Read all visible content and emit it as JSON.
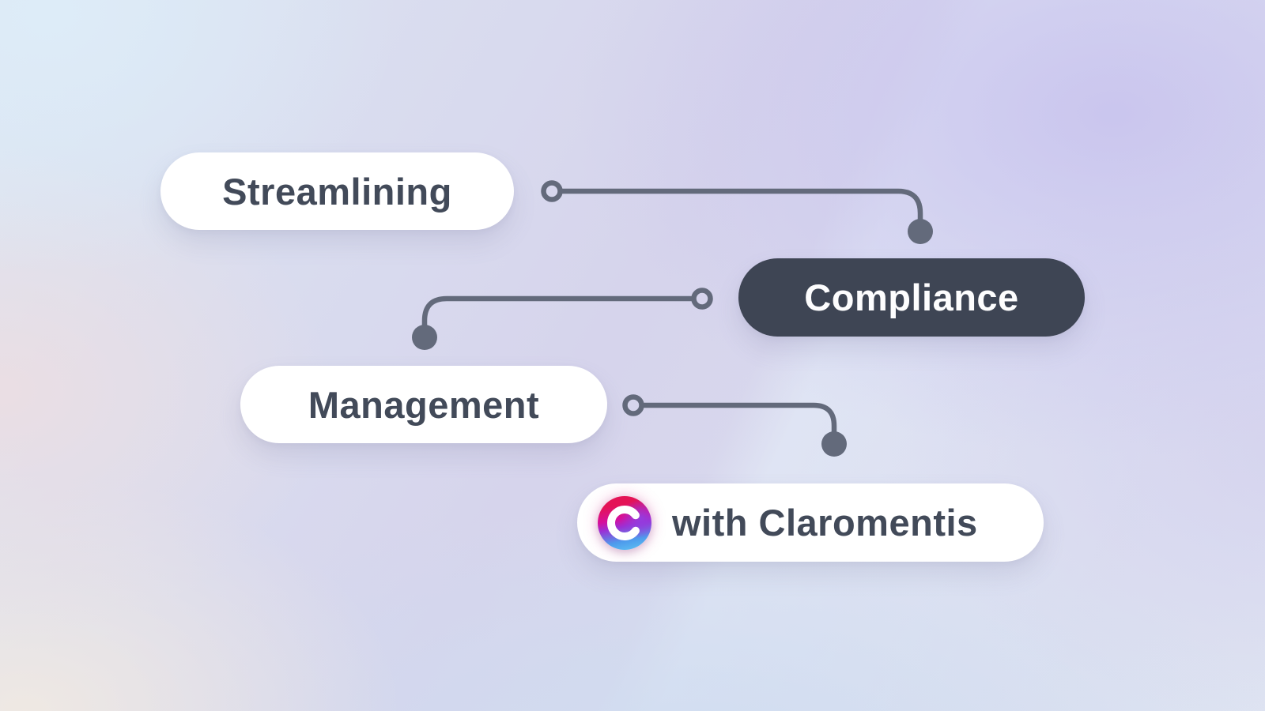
{
  "graphic": {
    "title": "Streamlining Compliance Management with Claromentis",
    "type": "hero-banner-diagram"
  },
  "nodes": [
    {
      "id": "streamlining",
      "label": "Streamlining",
      "variant": "light"
    },
    {
      "id": "compliance",
      "label": "Compliance",
      "variant": "dark"
    },
    {
      "id": "management",
      "label": "Management",
      "variant": "light"
    },
    {
      "id": "claromentis",
      "label": "with Claromentis",
      "variant": "light",
      "icon": "claromentis-logo"
    }
  ],
  "connectors": [
    {
      "from": "streamlining",
      "to": "compliance",
      "start": "open-circle",
      "end": "filled-dot"
    },
    {
      "from": "compliance",
      "to": "management",
      "start": "open-circle",
      "end": "filled-dot"
    },
    {
      "from": "management",
      "to": "claromentis",
      "start": "open-circle",
      "end": "filled-dot"
    }
  ],
  "colors": {
    "pill_light_bg": "#ffffff",
    "pill_dark_bg": "#3e4554",
    "text_dark": "#424a59",
    "text_light": "#fdfdfe",
    "connector": "#636a7b",
    "logo_gradient": [
      "#e41356",
      "#d5109c",
      "#9c2fd4",
      "#4e9bec",
      "#5fc6f3"
    ],
    "background_palette": [
      "#ddecf8",
      "#c9c4ee",
      "#ecdee2",
      "#f0e9e2",
      "#cedcf0",
      "#d6d4ec"
    ]
  }
}
